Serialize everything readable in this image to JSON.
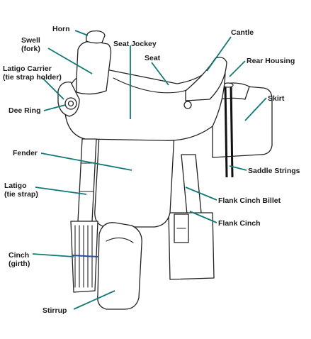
{
  "labels": {
    "horn": "Horn",
    "swell": [
      "Swell",
      "(fork)"
    ],
    "latigo_carrier": [
      "Latigo Carrier",
      "(tie strap holder)"
    ],
    "dee_ring": "Dee Ring",
    "fender": "Fender",
    "latigo": [
      "Latigo",
      "(tie strap)"
    ],
    "cinch": [
      "Cinch",
      "(girth)"
    ],
    "stirrup": "Stirrup",
    "seat_jockey": "Seat Jockey",
    "seat": "Seat",
    "cantle": "Cantle",
    "rear_housing": "Rear Housing",
    "skirt": "Skirt",
    "saddle_strings": "Saddle Strings",
    "flank_cinch_billet": "Flank Cinch Billet",
    "flank_cinch": "Flank Cinch"
  },
  "colors": {
    "leader_line": "#0f7a76",
    "outline": "#222222",
    "text": "#1a1a1a",
    "cinch_accent": "#2a4fa0"
  }
}
